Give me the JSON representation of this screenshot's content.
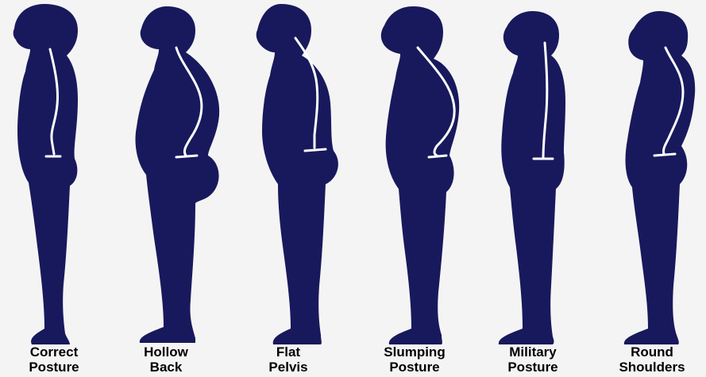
{
  "colors": {
    "silhouette": "#18195c",
    "spine": "#ffffff",
    "background": "#f4f4f4",
    "caption": "#000000"
  },
  "figures": [
    {
      "line1": "Correct",
      "line2": "Posture"
    },
    {
      "line1": "Hollow",
      "line2": "Back"
    },
    {
      "line1": "Flat",
      "line2": "Pelvis"
    },
    {
      "line1": "Slumping",
      "line2": "Posture"
    },
    {
      "line1": "Military",
      "line2": "Posture"
    },
    {
      "line1": "Round",
      "line2": "Shoulders"
    }
  ]
}
